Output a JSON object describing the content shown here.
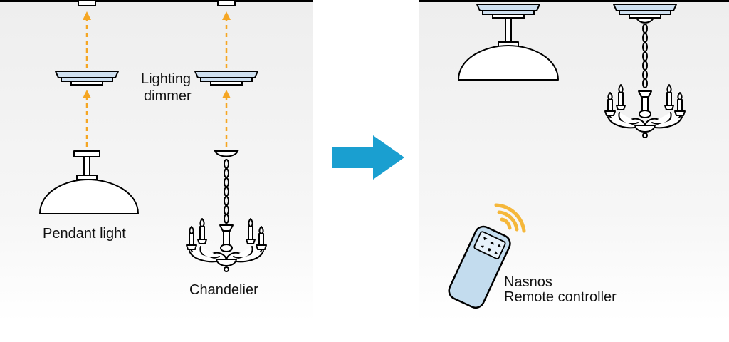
{
  "labels": {
    "dimmer_line1": "Lighting",
    "dimmer_line2": "dimmer",
    "pendant": "Pendant light",
    "chandelier": "Chandelier",
    "remote_line1": "Nasnos",
    "remote_line2": "Remote controller"
  },
  "icons": {
    "flow": "right-arrow-icon",
    "dimmer": "dimmer-icon",
    "pendant": "pendant-light-icon",
    "chandelier": "chandelier-icon",
    "remote": "remote-controller-icon",
    "signal": "wireless-signal-icon"
  },
  "colors": {
    "arrow": "#1a9fd0",
    "dashed_arrow": "#f5a623",
    "dimmer_fill": "#cfe0f0",
    "remote_fill": "#c3dcee",
    "signal": "#f5b73a"
  }
}
